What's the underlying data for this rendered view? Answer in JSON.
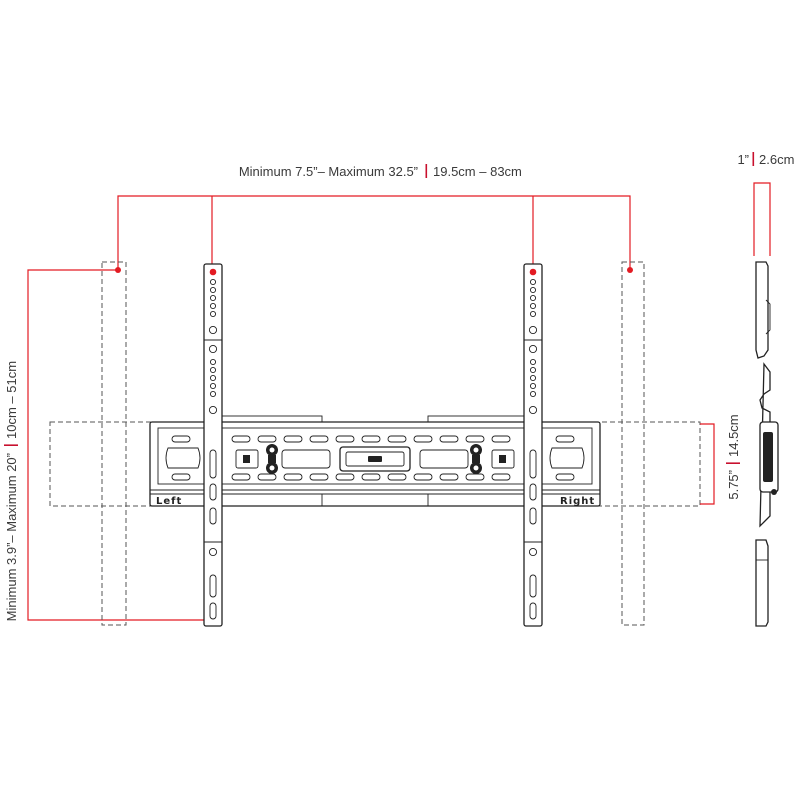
{
  "width_label": {
    "imperial": "Minimum 7.5”– Maximum 32.5”",
    "metric": "19.5cm – 83cm"
  },
  "height_label": {
    "imperial": "Minimum 3.9”– Maximum 20”",
    "metric": "10cm – 51cm"
  },
  "plate_height_label": {
    "imperial": "5.75”",
    "metric": "14.5cm"
  },
  "depth_label": {
    "imperial": "1”",
    "metric": "2.6cm"
  },
  "bracket_labels": {
    "left": "Left",
    "right": "Right"
  },
  "colors": {
    "dimension_line": "#e31b23",
    "separator": "#c8102e",
    "outline": "#222222",
    "dashed": "#555555"
  }
}
